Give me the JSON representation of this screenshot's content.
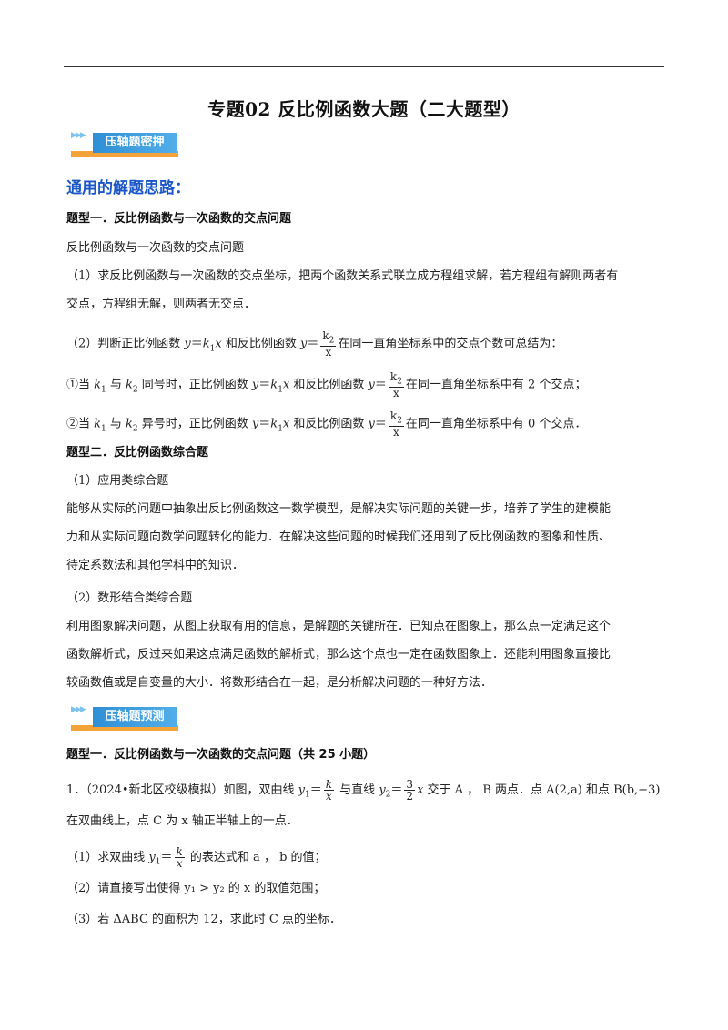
{
  "title": "专题02  反比例函数大题（二大题型）",
  "banners": {
    "secret": "压轴题密押",
    "predict": "压轴题预测"
  },
  "general_heading": "通用的解题思路：",
  "type1": {
    "heading": "题型一．反比例函数与一次函数的交点问题",
    "sub": "反比例函数与一次函数的交点问题",
    "p1a": "（1）求反比例函数与一次函数的交点坐标，把两个函数关系式联立成方程组求解，若方程组有解则两者有",
    "p1b": "交点，方程组无解，则两者无交点．",
    "p2_pre": "（2）判断正比例函数 ",
    "p2_mid": " 和反比例函数 ",
    "p2_post": "在同一直角坐标系中的交点个数可总结为：",
    "c1_pre": "①当 ",
    "c1_mid": " 同号时，正比例函数 ",
    "c1_post": "在同一直角坐标系中有 2 个交点；",
    "c2_pre": "②当 ",
    "c2_mid": " 异号时，正比例函数 ",
    "c2_post": "在同一直角坐标系中有 0 个交点．",
    "and": " 与 ",
    "and_inv": " 和反比例函数 "
  },
  "type2": {
    "heading": "题型二．反比例函数综合题",
    "s1": "（1）应用类综合题",
    "s1a": "能够从实际的问题中抽象出反比例函数这一数学模型，是解决实际问题的关键一步，培养了学生的建模能",
    "s1b": "力和从实际问题向数学问题转化的能力．在解决这些问题的时候我们还用到了反比例函数的图象和性质、",
    "s1c": "待定系数法和其他学科中的知识．",
    "s2": "（2）数形结合类综合题",
    "s2a": "利用图象解决问题，从图上获取有用的信息，是解题的关键所在．已知点在图象上，那么点一定满足这个",
    "s2b": "函数解析式，反过来如果这点满足函数的解析式，那么这个点也一定在函数图象上．还能利用图象直接比",
    "s2c": "较函数值或是自变量的大小．将数形结合在一起，是分析解决问题的一种好方法．"
  },
  "predict": {
    "heading": "题型一．反比例函数与一次函数的交点问题（共 25 小题）",
    "q1_pre": "1．（2024•新北区校级模拟）如图，双曲线 ",
    "q1_mid": " 与直线 ",
    "q1_mid2": " 交于 A ， B 两点．点 A(2,a) 和点 B(b,−3)",
    "q1_line2": "在双曲线上，点 C 为 x 轴正半轴上的一点．",
    "q1_p1_pre": "（1）求双曲线 ",
    "q1_p1_post": " 的表达式和 a ， b 的值；",
    "q1_p2": "（2）请直接写出使得 y₁ > y₂ 的 x 的取值范围；",
    "q1_p3": "（3）若 ΔABC 的面积为 12，求此时 C 点的坐标．"
  }
}
